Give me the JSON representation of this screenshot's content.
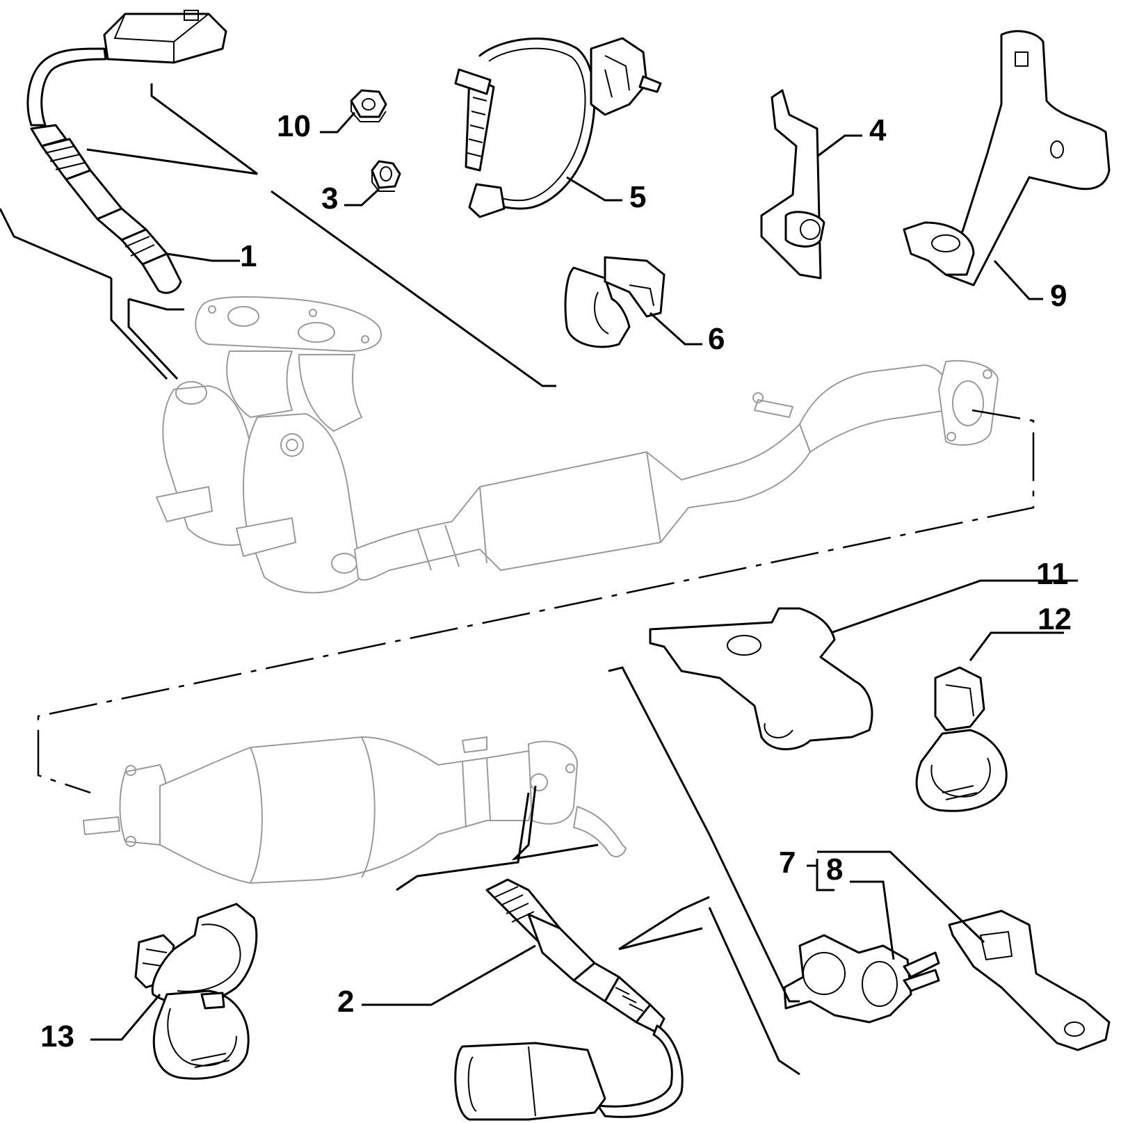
{
  "callouts": {
    "c1": "1",
    "c2": "2",
    "c3": "3",
    "c4": "4",
    "c5": "5",
    "c6": "6",
    "c7": "7",
    "c8": "8",
    "c9": "9",
    "c10": "10",
    "c11": "11",
    "c12": "12",
    "c13": "13"
  },
  "parts": [
    {
      "number": "1",
      "icon": "oxygen-sensor-upstream-icon"
    },
    {
      "number": "2",
      "icon": "oxygen-sensor-downstream-icon"
    },
    {
      "number": "3",
      "icon": "hex-nut-icon"
    },
    {
      "number": "4",
      "icon": "bracket-icon"
    },
    {
      "number": "5",
      "icon": "cable-clamp-strap-icon"
    },
    {
      "number": "6",
      "icon": "clip-icon"
    },
    {
      "number": "7",
      "icon": "bracket-icon"
    },
    {
      "number": "8",
      "icon": "connector-holder-icon"
    },
    {
      "number": "9",
      "icon": "support-bracket-icon"
    },
    {
      "number": "10",
      "icon": "hex-nut-icon"
    },
    {
      "number": "11",
      "icon": "bracket-icon"
    },
    {
      "number": "12",
      "icon": "clamp-clip-icon"
    },
    {
      "number": "13",
      "icon": "double-clamp-icon"
    }
  ],
  "colors": {
    "line": "#000000",
    "ghost": "#9a9a9a",
    "background": "#ffffff"
  }
}
